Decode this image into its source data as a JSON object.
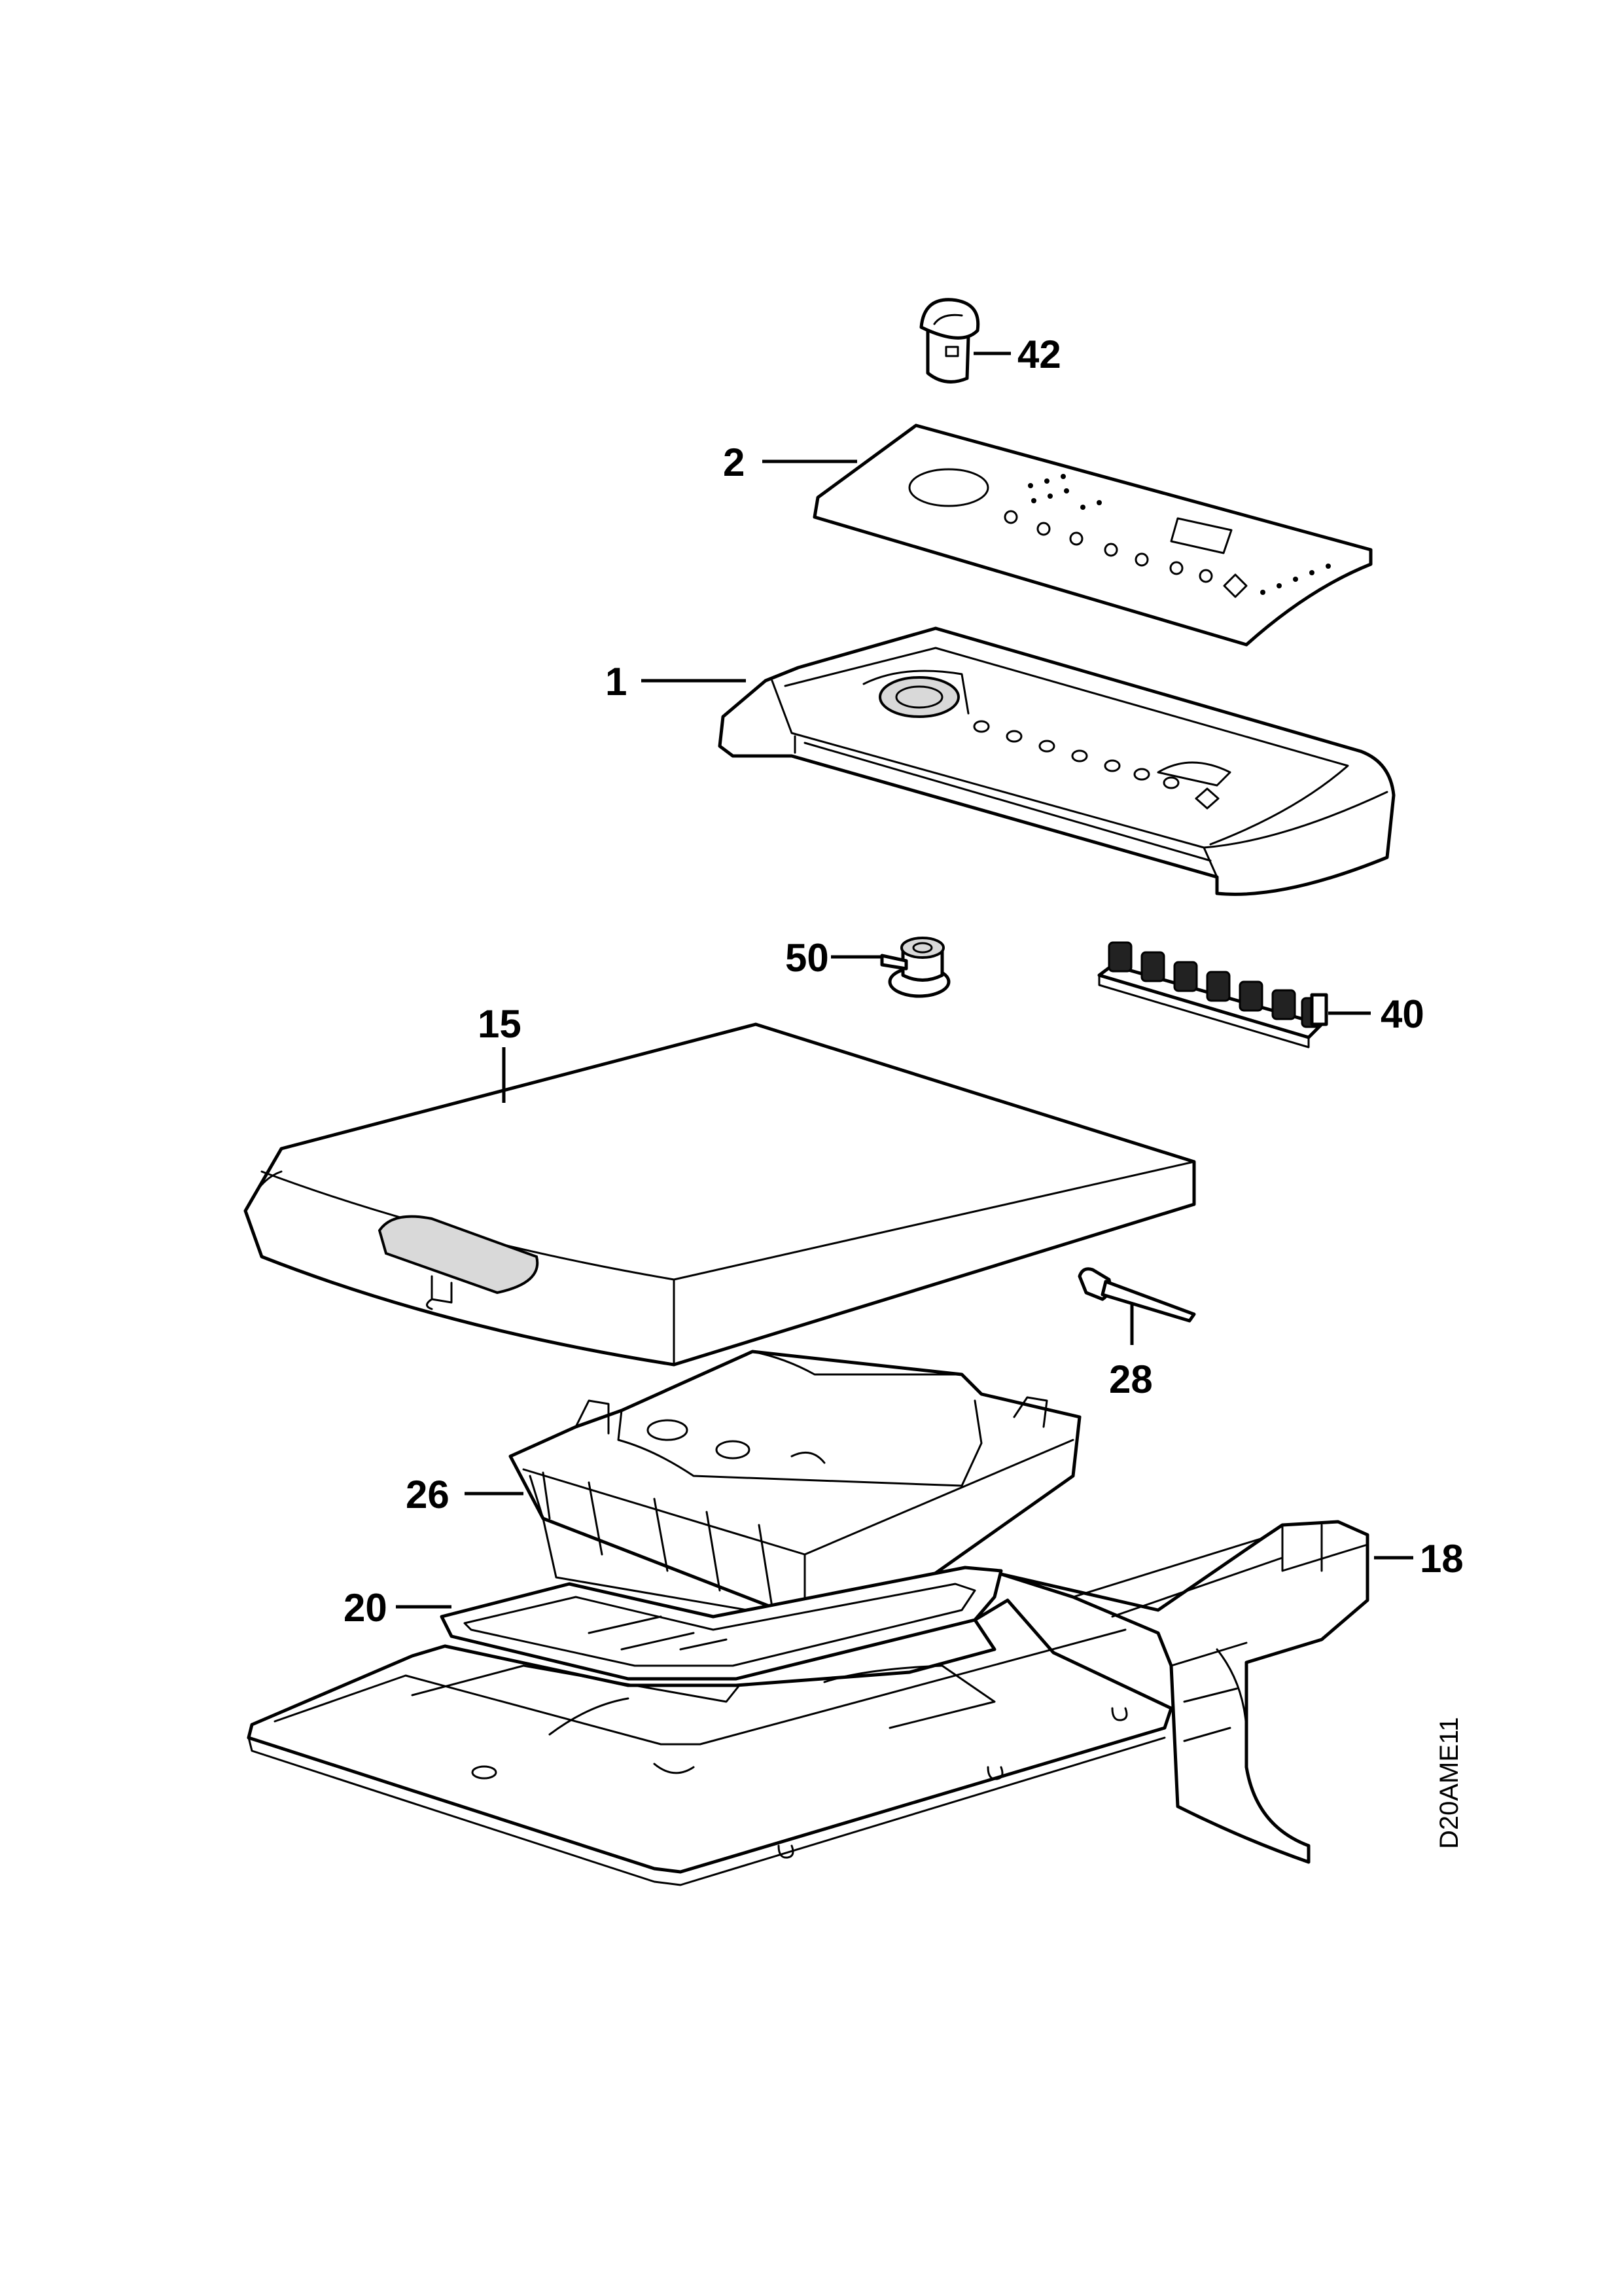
{
  "diagram": {
    "drawing_code": "D20AME11",
    "parts": [
      {
        "id": "42",
        "label": "42",
        "name": "knob"
      },
      {
        "id": "2",
        "label": "2",
        "name": "control-panel-decal"
      },
      {
        "id": "1",
        "label": "1",
        "name": "control-panel-housing"
      },
      {
        "id": "50",
        "label": "50",
        "name": "knob-mount"
      },
      {
        "id": "40",
        "label": "40",
        "name": "button-strip"
      },
      {
        "id": "15",
        "label": "15",
        "name": "lid"
      },
      {
        "id": "28",
        "label": "28",
        "name": "pin"
      },
      {
        "id": "26",
        "label": "26",
        "name": "detergent-dispenser"
      },
      {
        "id": "18",
        "label": "18",
        "name": "frame-bracket"
      },
      {
        "id": "20",
        "label": "20",
        "name": "gasket"
      }
    ]
  }
}
